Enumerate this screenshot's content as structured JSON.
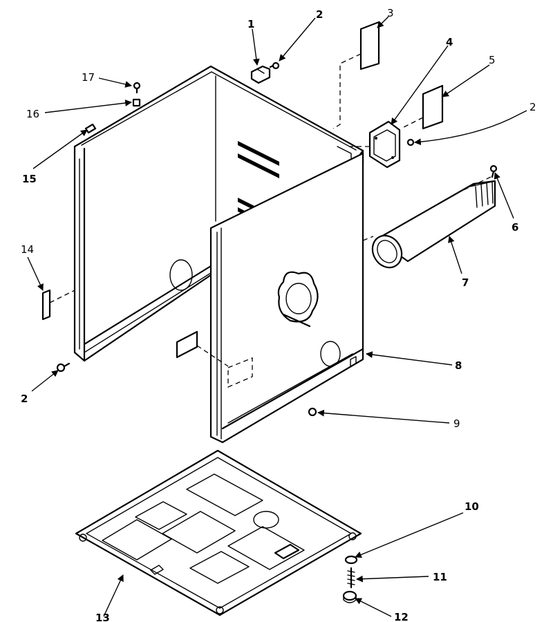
{
  "diagram": {
    "callouts": {
      "c1": "1",
      "c2a": "2",
      "c3": "3",
      "c4": "4",
      "c5": "5",
      "c2b": "2",
      "c17": "17",
      "c16": "16",
      "c15": "15",
      "c6": "6",
      "c7": "7",
      "c14": "14",
      "c8": "8",
      "c2c": "2",
      "c9": "9",
      "c10": "10",
      "c11": "11",
      "c12": "12",
      "c13": "13"
    }
  }
}
